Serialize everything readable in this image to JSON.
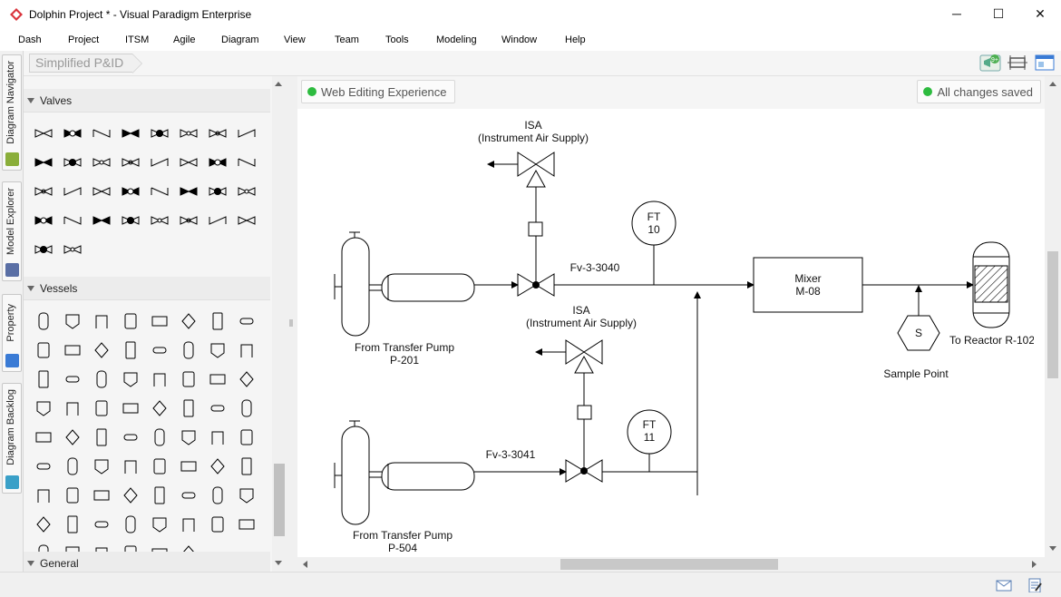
{
  "window": {
    "title": "Dolphin Project * - Visual Paradigm Enterprise",
    "controls": [
      "─",
      "☐",
      "✕"
    ]
  },
  "menu": [
    "Dash",
    "Project",
    "ITSM",
    "Agile",
    "Diagram",
    "View",
    "Team",
    "Tools",
    "Modeling",
    "Window",
    "Help"
  ],
  "breadcrumb": "Simplified P&ID",
  "toolbar": {
    "notification_badge": "9+"
  },
  "left_tabs": [
    "Diagram Navigator",
    "Model Explorer",
    "Property",
    "Diagram Backlog"
  ],
  "palette": {
    "sections": [
      {
        "name": "Valves",
        "count": 34
      },
      {
        "name": "Vessels",
        "count": 70
      },
      {
        "name": "General"
      }
    ]
  },
  "canvas": {
    "web_editing": "Web Editing Experience",
    "save_status": "All changes saved"
  },
  "diagram": {
    "isa1_title": "ISA",
    "isa1_sub": "(Instrument Air Supply)",
    "isa2_title": "ISA",
    "isa2_sub": "(Instrument Air Supply)",
    "ft1_a": "FT",
    "ft1_b": "10",
    "ft2_a": "FT",
    "ft2_b": "11",
    "line1": "Fv-3-3040",
    "line2": "Fv-3-3041",
    "mixer_a": "Mixer",
    "mixer_b": "M-08",
    "sample": "S",
    "sample_label": "Sample Point",
    "reactor_label": "To Reactor R-102",
    "pump1_a": "From Transfer Pump",
    "pump1_b": "P-201",
    "pump2_a": "From Transfer Pump",
    "pump2_b": "P-504"
  },
  "colors": {
    "accent": "#2dbb3f",
    "brand": "#d9343c"
  }
}
